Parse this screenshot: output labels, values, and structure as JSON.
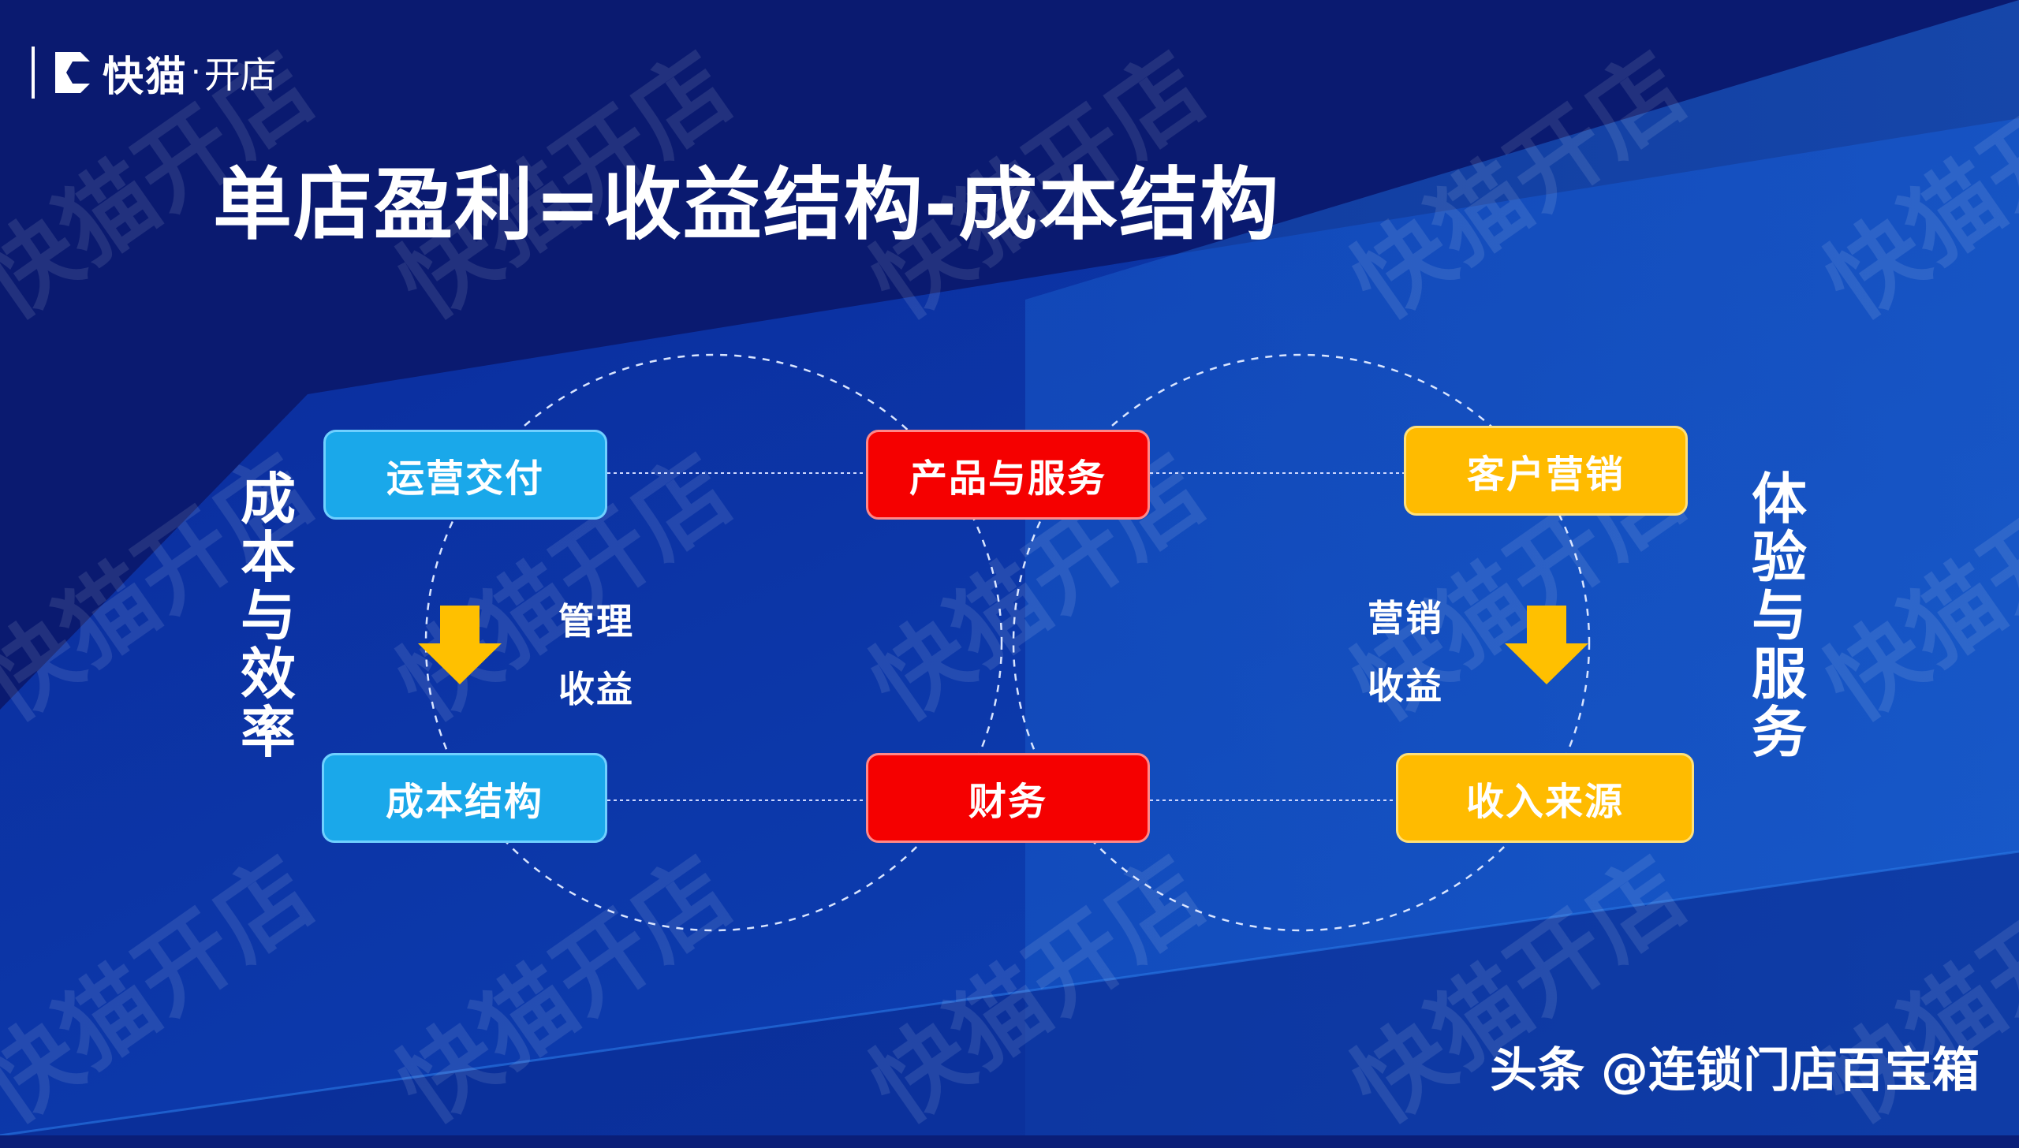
{
  "logo": {
    "brand": "快猫",
    "separator": "·",
    "sub": "开店"
  },
  "title": "单店盈利=收益结构-成本结构",
  "boxes": {
    "ops": "运营交付",
    "product": "产品与服务",
    "customer": "客户营销",
    "cost": "成本结构",
    "finance": "财务",
    "income": "收入来源"
  },
  "side": {
    "left": "成本与效率",
    "right": "体验与服务"
  },
  "labels": {
    "mgmt_line1": "管理",
    "mgmt_line2": "收益",
    "mkt_line1": "营销",
    "mkt_line2": "收益"
  },
  "watermark": "快猫开店",
  "footer": "头条 @连锁门店百宝箱",
  "colors": {
    "blue_box": "#1aa8ea",
    "red_box": "#f50000",
    "yellow_box": "#ffbb00",
    "arrow": "#ffc000"
  }
}
